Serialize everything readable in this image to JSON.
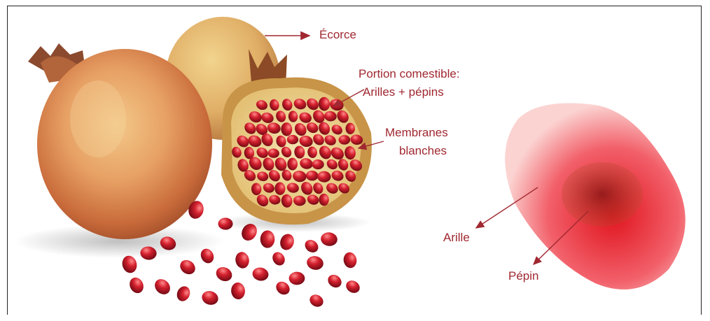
{
  "labels": {
    "ecorce": "Écorce",
    "portion_line1": "Portion comestible:",
    "portion_line2": "Arilles + pépins",
    "membranes_line1": "Membranes",
    "membranes_line2": "blanches",
    "arille": "Arille",
    "pepin": "Pépin"
  },
  "colors": {
    "label_text": "#a02830",
    "arrow": "#a02830"
  }
}
